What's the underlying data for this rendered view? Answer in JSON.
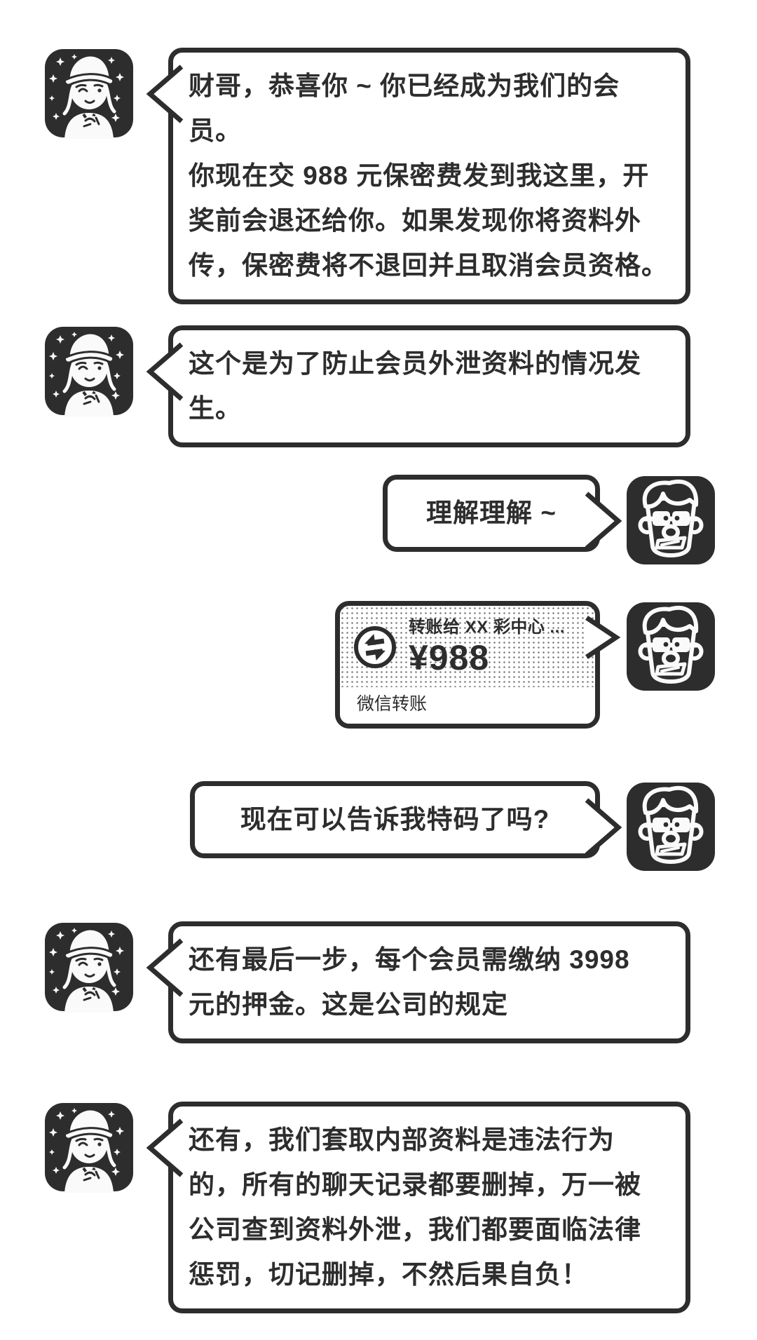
{
  "colors": {
    "ink": "#2d2d2d",
    "paper": "#ffffff",
    "halftone_dot": "#2d2d2d"
  },
  "icons": {
    "left_avatar": "woman-cap-finger-heart-avatar-icon",
    "right_avatar": "man-glasses-avatar-icon",
    "sparkles": "sparkle-star-icon",
    "transfer": "circular-swap-arrows-icon"
  },
  "messages": [
    {
      "side": "left",
      "text": "财哥，恭喜你 ~ 你已经成为我们的会员。\n你现在交 988 元保密费发到我这里，开\n奖前会退还给你。如果发现你将资料外\n传，保密费将不退回并且取消会员资格。"
    },
    {
      "side": "left",
      "text": "这个是为了防止会员外泄资料的情况发\n生。"
    },
    {
      "side": "right",
      "text": "理解理解 ~"
    },
    {
      "side": "right",
      "type": "wechat-transfer-card",
      "title": "转账给 XX 彩中心 ...",
      "amount": "¥988",
      "service": "微信转账"
    },
    {
      "side": "right",
      "text": "现在可以告诉我特码了吗?"
    },
    {
      "side": "left",
      "text": "还有最后一步，每个会员需缴纳 3998\n元的押金。这是公司的规定"
    },
    {
      "side": "left",
      "text": "还有，我们套取内部资料是违法行为\n的，所有的聊天记录都要删掉，万一被\n公司查到资料外泄，我们都要面临法律\n惩罚，切记删掉，不然后果自负！"
    }
  ]
}
